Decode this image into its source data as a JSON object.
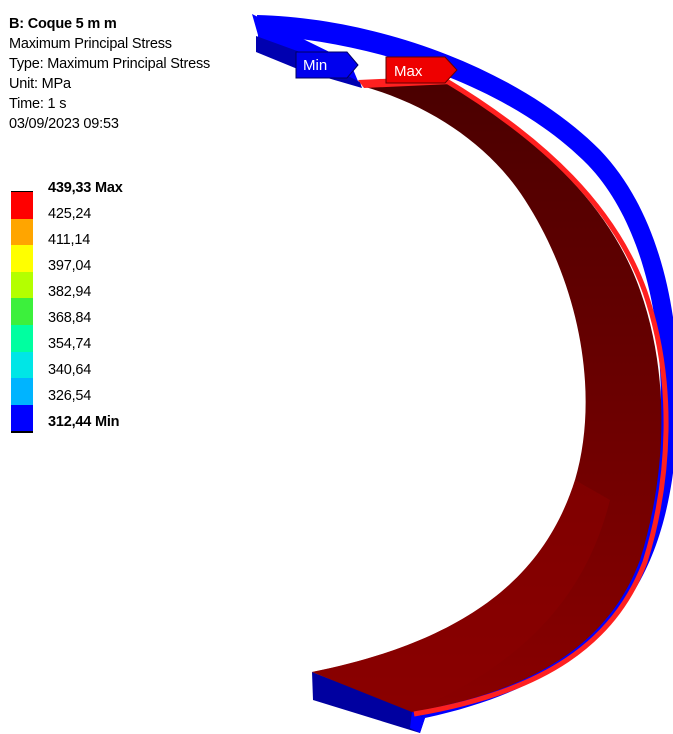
{
  "info": {
    "title": "B: Coque 5 m m",
    "result": "Maximum Principal Stress",
    "type": "Type: Maximum Principal Stress",
    "unit": "Unit: MPa",
    "time": "Time: 1 s",
    "datetime": "03/09/2023 09:53"
  },
  "legend": {
    "labels": [
      "439,33 Max",
      "425,24",
      "411,14",
      "397,04",
      "382,94",
      "368,84",
      "354,74",
      "340,64",
      "326,54",
      "312,44 Min"
    ],
    "colors": [
      "#ff0000",
      "#ffa500",
      "#ffff00",
      "#b4ff00",
      "#3cf03c",
      "#00ffa0",
      "#00e6e6",
      "#00b4ff",
      "#0000ff"
    ]
  },
  "probes": {
    "min_label": "Min",
    "max_label": "Max",
    "min_color": "#0000ee",
    "max_color": "#ee0000"
  },
  "model": {
    "outer_color": "#0000ff",
    "inner_color": "#6b0000",
    "edge_color": "#ff2020"
  }
}
